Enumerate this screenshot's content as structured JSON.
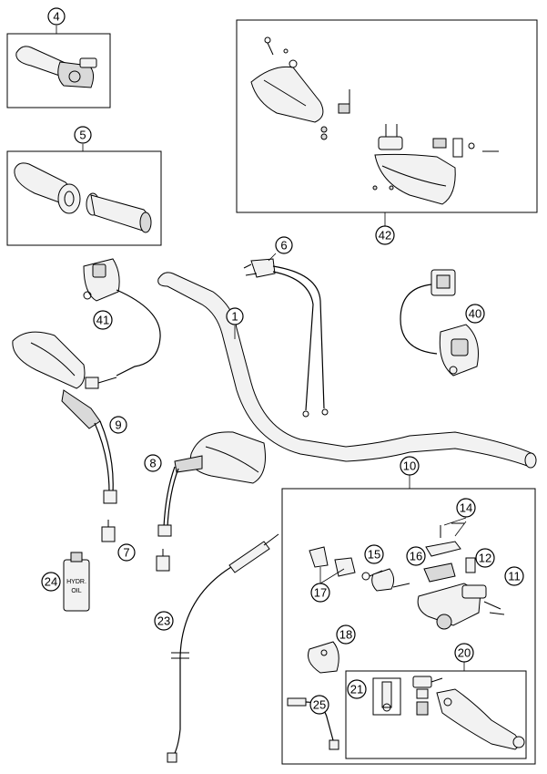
{
  "callouts": {
    "c1": "1",
    "c4": "4",
    "c5": "5",
    "c6": "6",
    "c7": "7",
    "c8": "8",
    "c9": "9",
    "c10": "10",
    "c11": "11",
    "c12": "12",
    "c14": "14",
    "c15": "15",
    "c16": "16",
    "c17": "17",
    "c18": "18",
    "c20": "20",
    "c21": "21",
    "c23": "23",
    "c24": "24",
    "c25": "25",
    "c40": "40",
    "c41": "41",
    "c42": "42"
  },
  "bottle_label": {
    "line1": "HYDR.",
    "line2": "OIL"
  }
}
